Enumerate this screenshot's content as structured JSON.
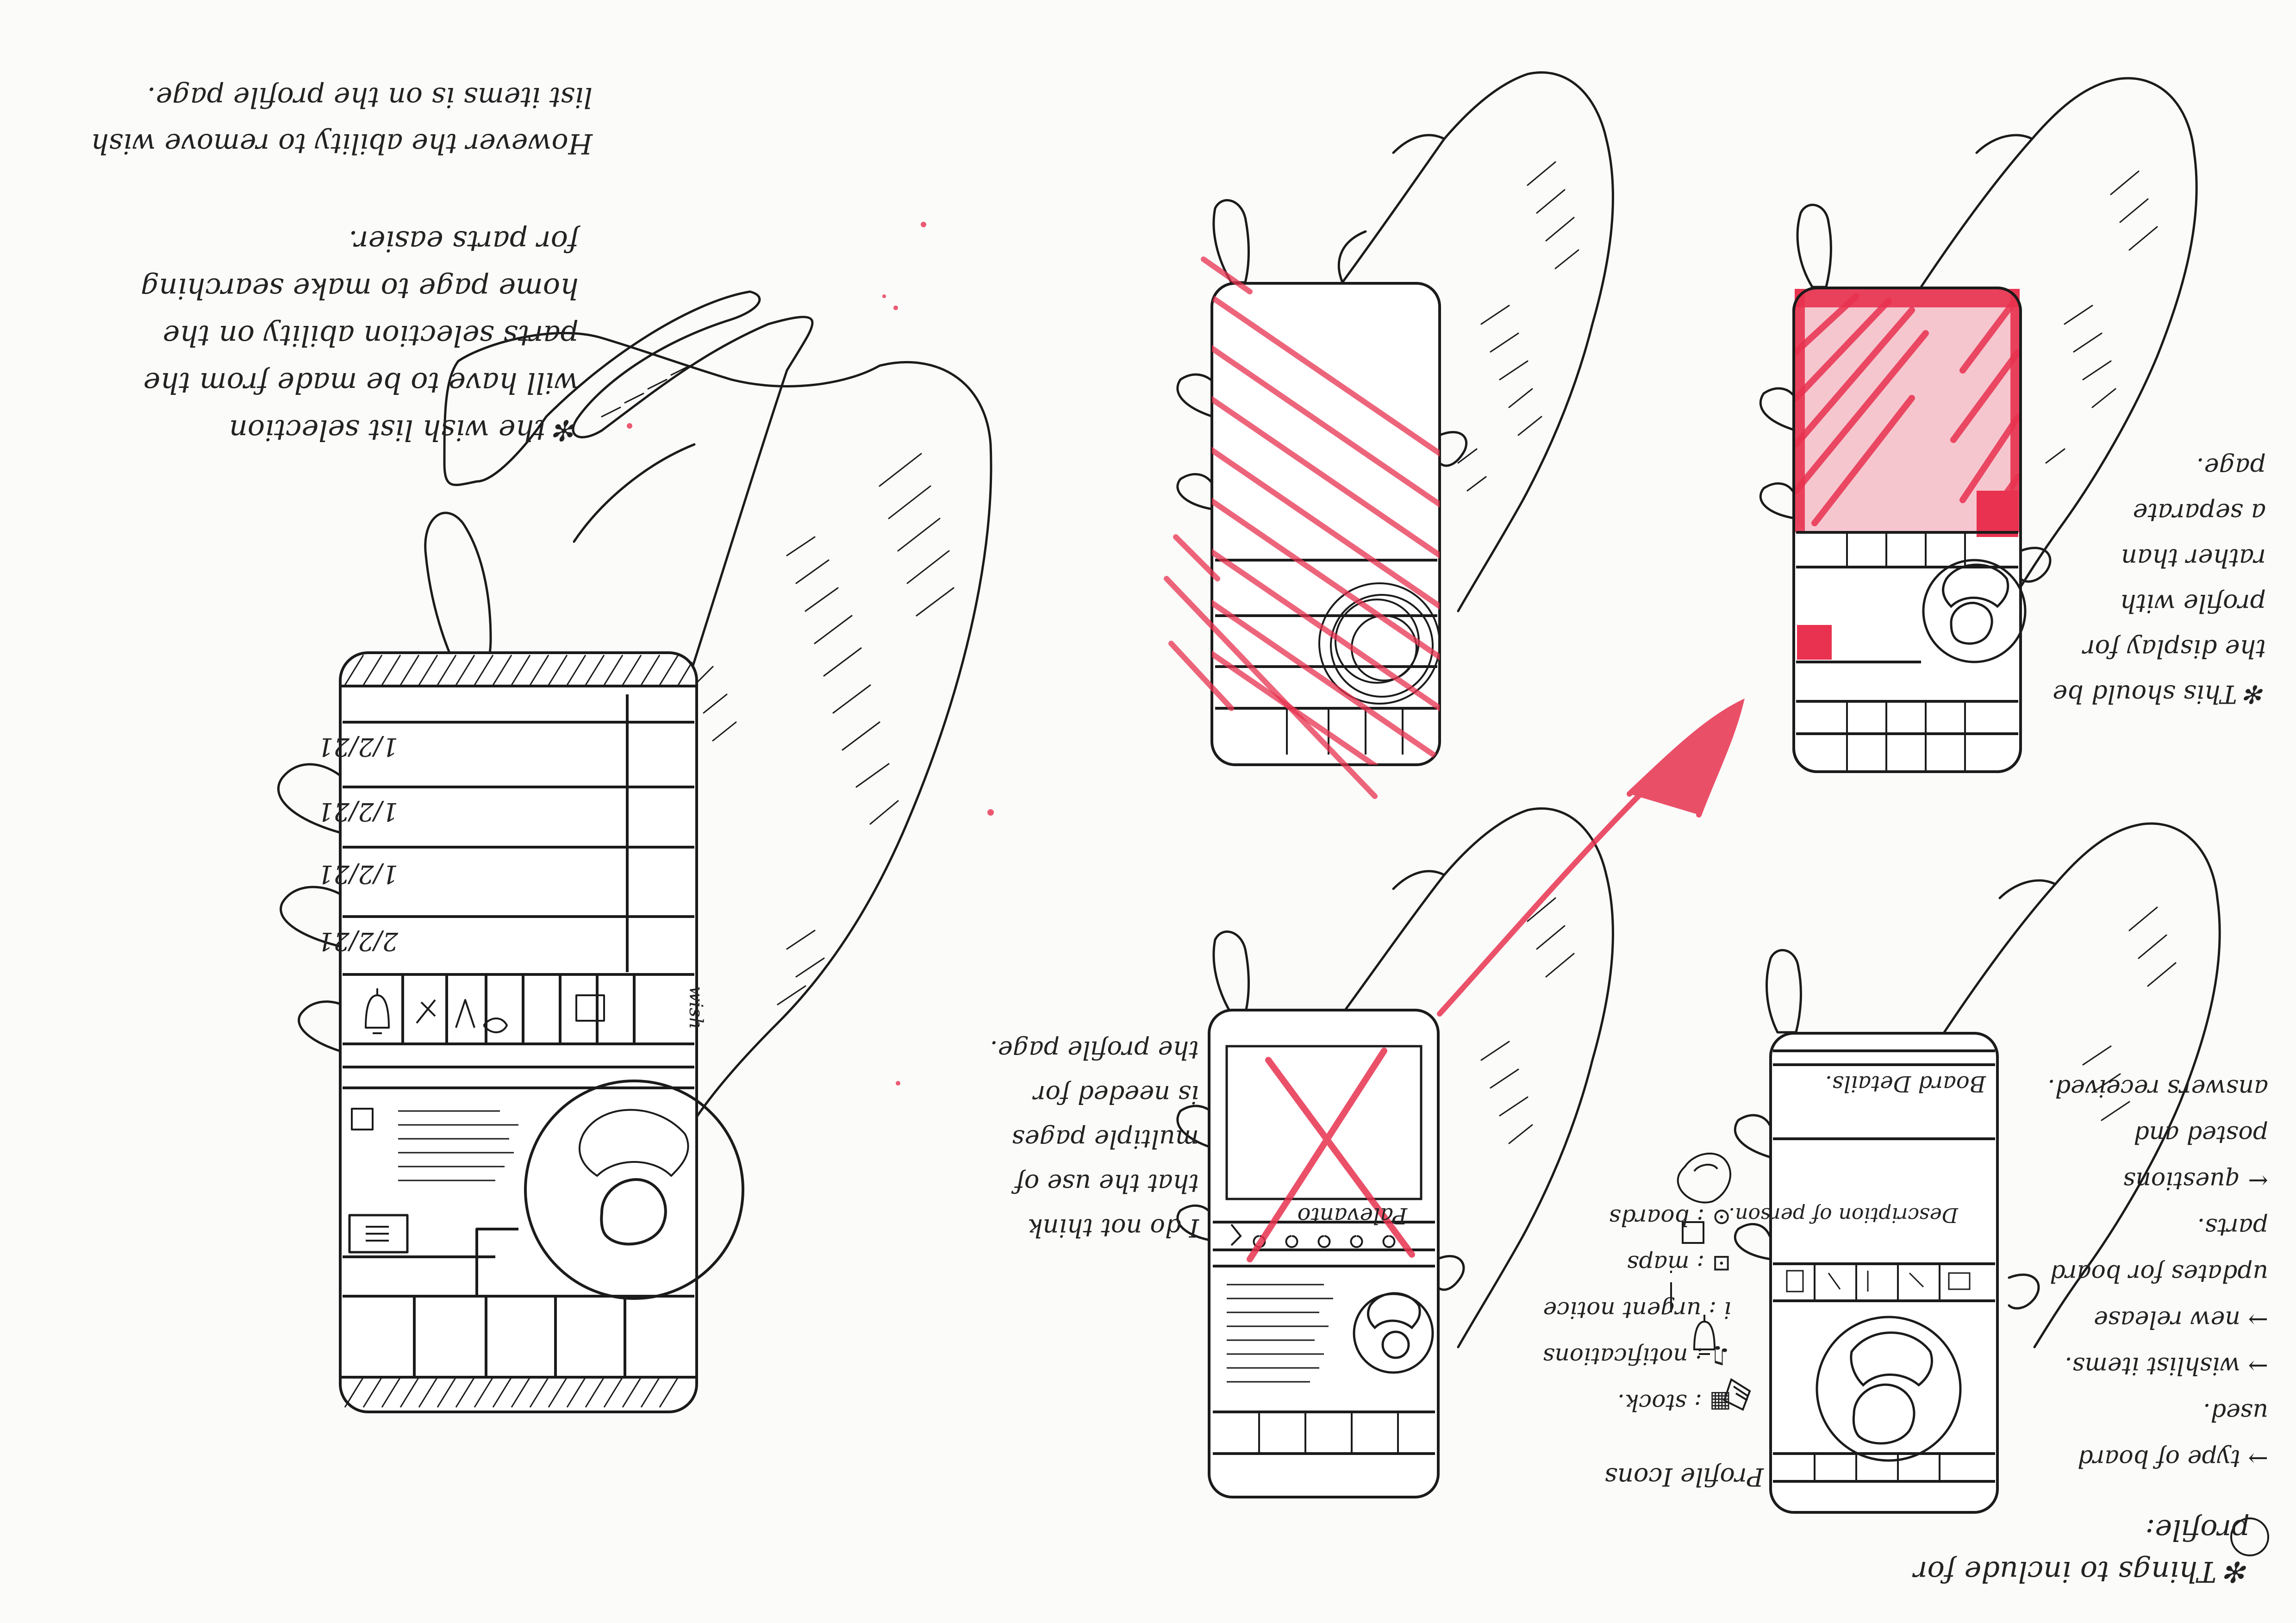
{
  "notes": {
    "wishlist_note": "✻ the wish list selection\nwill have to be made from the\nparts selection ability on the\nhome page to make searching\nfor parts easier.",
    "remove_note": "However the ability to remove wish\nlist items is on the profile page.",
    "struck_words": "home page",
    "profile_display_note": "✻ This should be\nthe display for\nprofile with\nrather than\na separate\npage.",
    "multiple_pages_note": "I do not think\nthat the use of\nmultiple pages\nis needed for\nthe profile page.",
    "include_title": "✻ Things to include for profile:",
    "include_items": "→ type of board used.\n→ wishlist items.\n→ new release\n   updates for board\n   parts.\n← questions\n   posted and\n   answers received.",
    "icons_title": "Profile Icons",
    "icons_items": "▦ : stock.\n♫ : notifications\ni : urgent notice\n⊡ : maps\n⊙ : boards",
    "board_details": "Board Details.",
    "person_description": "Description of\nperson."
  },
  "phone_main": {
    "dates": [
      "1/2/21",
      "1/2/21",
      "1/2/21",
      "2/2/21"
    ],
    "toolbar_wish": "wish"
  },
  "phone_crossed": {
    "label": "Palevanto"
  },
  "colors": {
    "ink": "#1b1b1b",
    "marker_red": "#e8324f"
  }
}
